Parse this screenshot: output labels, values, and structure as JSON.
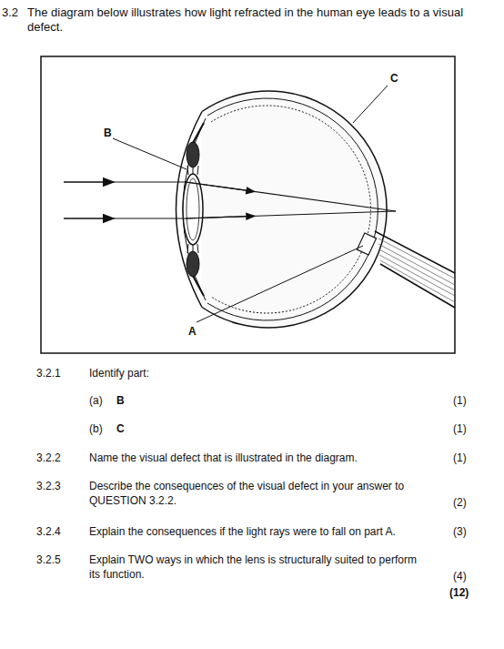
{
  "diagram": {
    "labels": [
      "3.2",
      "The diagram below illustrates how light refracted in the human eye leads to a visual defect.",
      "B",
      "C",
      "A",
      "3.2.1",
      "Identify part:",
      "(a)",
      "B",
      "(1)",
      "(b)",
      "C",
      "(1)",
      "3.2.2",
      "Name the visual defect that is illustrated in the diagram.",
      "(1)",
      "3.2.3",
      "Describe the consequences of the visual defect in your answer to QUESTION 3.2.2.",
      "(2)",
      "3.2.4",
      "Explain the consequences if the light rays were to fall on part A.",
      "(3)",
      "3.2.5",
      "Explain TWO ways in which the lens is structurally suited to perform its function.",
      "(4)",
      "(12)"
    ]
  }
}
